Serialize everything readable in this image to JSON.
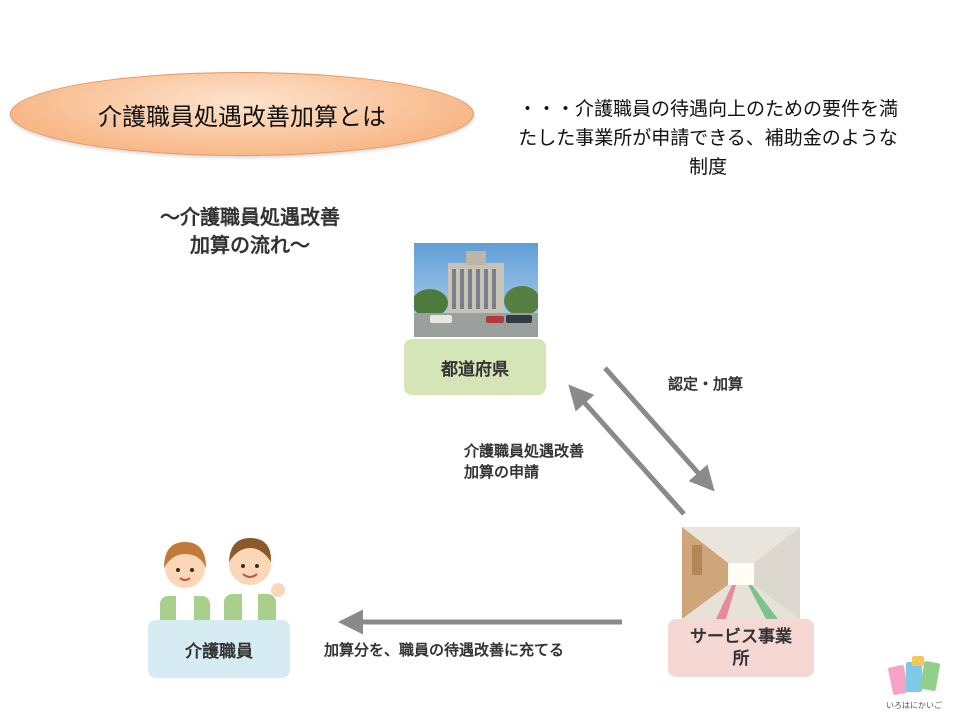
{
  "title": {
    "text": "介護職員処遇改善加算とは"
  },
  "definition": {
    "line1": "・・・介護職員の待遇向上のための要件を満",
    "line2": "たした事業所が申請できる、補助金のような",
    "line3": "制度"
  },
  "flow_heading": {
    "line1": "～介護職員処遇改善",
    "line2": "加算の流れ～"
  },
  "nodes": {
    "prefecture": "都道府県",
    "service_office_line1": "サービス事業",
    "service_office_line2": "所",
    "care_staff": "介護職員"
  },
  "edges": {
    "approve": "認定・加算",
    "apply_line1": "介護職員処遇改善",
    "apply_line2": "加算の申請",
    "allocate": "加算分を、職員の待遇改善に充てる"
  },
  "logo": {
    "text": "いろはにかいご"
  },
  "colors": {
    "title_fill": "#f8b98a",
    "prefecture_fill": "#d5e5b8",
    "office_fill": "#f5d8d3",
    "staff_fill": "#d7ebf3",
    "arrow": "#8a8a8a"
  }
}
